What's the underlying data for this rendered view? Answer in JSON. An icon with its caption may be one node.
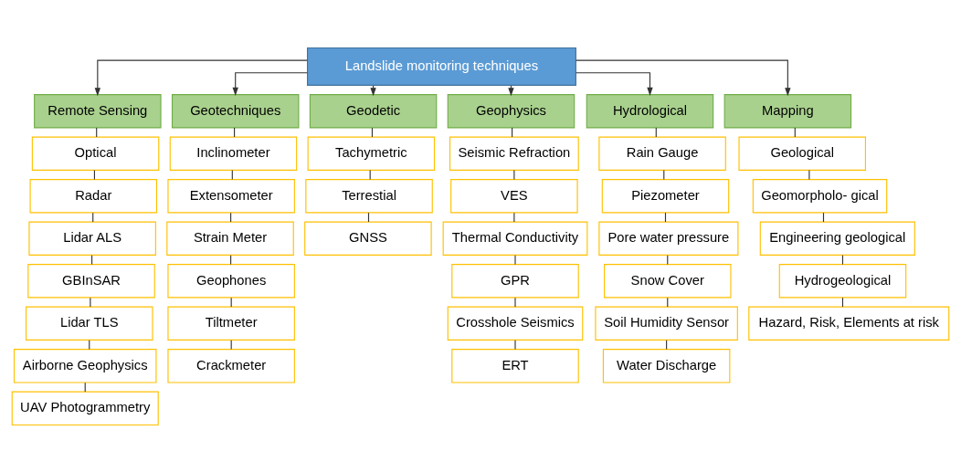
{
  "diagram": {
    "nodes": [
      {
        "text": [
          "Landslide monitoring techniques"
        ]
      },
      {
        "text": [
          "Remote Sensing"
        ]
      },
      {
        "text": [
          "Geotechniques"
        ]
      },
      {
        "text": [
          "Geodetic"
        ]
      },
      {
        "text": [
          "Geophysics"
        ]
      },
      {
        "text": [
          "Hydrological"
        ]
      },
      {
        "text": [
          "Mapping"
        ]
      },
      {
        "text": [
          "Optical"
        ]
      },
      {
        "text": [
          "Radar"
        ]
      },
      {
        "text": [
          "Lidar ALS"
        ]
      },
      {
        "text": [
          "GBInSAR"
        ]
      },
      {
        "text": [
          "Lidar TLS"
        ]
      },
      {
        "text": [
          "Airborne Geophysics"
        ]
      },
      {
        "text": [
          "UAV Photogrammetry"
        ]
      },
      {
        "text": [
          "Inclinometer"
        ]
      },
      {
        "text": [
          "Extensometer"
        ]
      },
      {
        "text": [
          "Strain Meter"
        ]
      },
      {
        "text": [
          "Geophones"
        ]
      },
      {
        "text": [
          "Tiltmeter"
        ]
      },
      {
        "text": [
          "Crackmeter"
        ]
      },
      {
        "text": [
          "Tachymetric"
        ]
      },
      {
        "text": [
          "Terrestial"
        ]
      },
      {
        "text": [
          "GNSS"
        ]
      },
      {
        "text": [
          "Seismic Refraction"
        ]
      },
      {
        "text": [
          "VES"
        ]
      },
      {
        "text": [
          "Thermal Conductivity"
        ]
      },
      {
        "text": [
          "GPR"
        ]
      },
      {
        "text": [
          "Crosshole Seismics"
        ]
      },
      {
        "text": [
          "ERT"
        ]
      },
      {
        "text": [
          "Rain Gauge"
        ]
      },
      {
        "text": [
          "Piezometer"
        ]
      },
      {
        "text": [
          "Pore water pressure"
        ]
      },
      {
        "text": [
          "Snow Cover"
        ]
      },
      {
        "text": [
          "Soil Humidity Sensor"
        ]
      },
      {
        "text": [
          "Water Discharge"
        ]
      },
      {
        "text": [
          "Geological"
        ]
      },
      {
        "text": [
          "Geomorpholo- gical"
        ]
      },
      {
        "text": [
          "Engineering geological"
        ]
      },
      {
        "text": [
          "Hydrogeological"
        ]
      },
      {
        "text": [
          "Hazard, Risk, Elements at risk"
        ]
      }
    ],
    "edges": [
      {
        "from": 0,
        "to": 1,
        "arrow": "to"
      },
      {
        "from": 0,
        "to": 2,
        "arrow": "to"
      },
      {
        "from": 0,
        "to": 3,
        "arrow": "to"
      },
      {
        "from": 0,
        "to": 4,
        "arrow": "to"
      },
      {
        "from": 0,
        "to": 5,
        "arrow": "to"
      },
      {
        "from": 0,
        "to": 6,
        "arrow": "to"
      },
      {
        "from": 1,
        "to": 7,
        "arrow": "none"
      },
      {
        "from": 7,
        "to": 8,
        "arrow": "none"
      },
      {
        "from": 8,
        "to": 9,
        "arrow": "none"
      },
      {
        "from": 9,
        "to": 10,
        "arrow": "none"
      },
      {
        "from": 10,
        "to": 11,
        "arrow": "none"
      },
      {
        "from": 11,
        "to": 12,
        "arrow": "none"
      },
      {
        "from": 12,
        "to": 13,
        "arrow": "none"
      },
      {
        "from": 2,
        "to": 14,
        "arrow": "none"
      },
      {
        "from": 14,
        "to": 15,
        "arrow": "none"
      },
      {
        "from": 15,
        "to": 16,
        "arrow": "none"
      },
      {
        "from": 16,
        "to": 17,
        "arrow": "none"
      },
      {
        "from": 17,
        "to": 18,
        "arrow": "none"
      },
      {
        "from": 18,
        "to": 19,
        "arrow": "none"
      },
      {
        "from": 3,
        "to": 20,
        "arrow": "none"
      },
      {
        "from": 20,
        "to": 21,
        "arrow": "none"
      },
      {
        "from": 21,
        "to": 22,
        "arrow": "none"
      },
      {
        "from": 4,
        "to": 23,
        "arrow": "none"
      },
      {
        "from": 23,
        "to": 24,
        "arrow": "none"
      },
      {
        "from": 24,
        "to": 25,
        "arrow": "none"
      },
      {
        "from": 25,
        "to": 26,
        "arrow": "none"
      },
      {
        "from": 26,
        "to": 27,
        "arrow": "none"
      },
      {
        "from": 27,
        "to": 28,
        "arrow": "none"
      },
      {
        "from": 5,
        "to": 29,
        "arrow": "none"
      },
      {
        "from": 29,
        "to": 30,
        "arrow": "none"
      },
      {
        "from": 30,
        "to": 31,
        "arrow": "none"
      },
      {
        "from": 31,
        "to": 32,
        "arrow": "none"
      },
      {
        "from": 32,
        "to": 33,
        "arrow": "none"
      },
      {
        "from": 33,
        "to": 34,
        "arrow": "none"
      },
      {
        "from": 6,
        "to": 35,
        "arrow": "none"
      },
      {
        "from": 35,
        "to": 36,
        "arrow": "none"
      },
      {
        "from": 36,
        "to": 37,
        "arrow": "none"
      },
      {
        "from": 37,
        "to": 38,
        "arrow": "none"
      },
      {
        "from": 38,
        "to": 39,
        "arrow": "none"
      }
    ]
  }
}
